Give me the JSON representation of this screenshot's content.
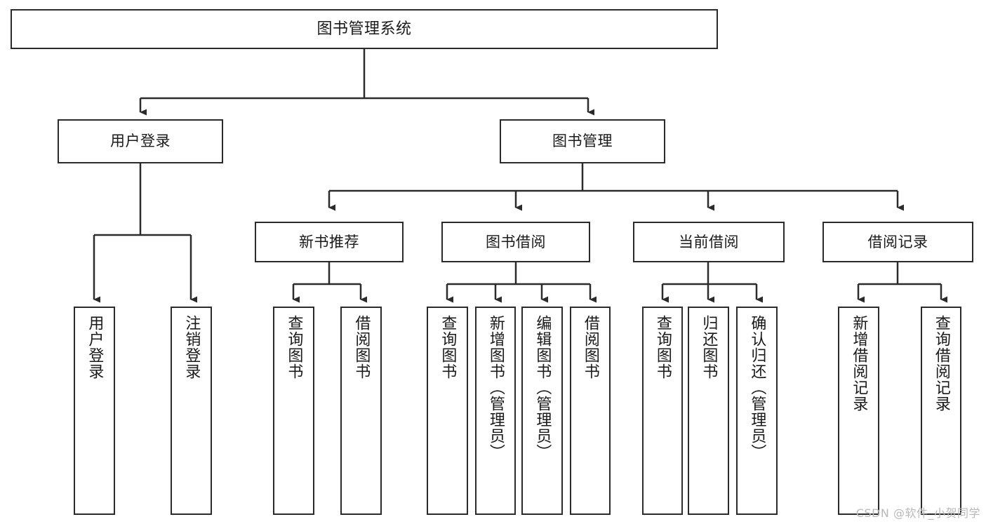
{
  "diagram": {
    "title": "图书管理系统",
    "watermark": "CSDN @软件_小贺同学",
    "style": {
      "border_color": "#2b2b2b",
      "fill_color": "#ffffff",
      "text_color": "#1a1a1a",
      "watermark_color": "#b9b9b9"
    },
    "nodes": {
      "root": {
        "label": "图书管理系统"
      },
      "level2": [
        {
          "label": "用户登录"
        },
        {
          "label": "图书管理"
        }
      ],
      "level3": [
        {
          "label": "新书推荐"
        },
        {
          "label": "图书借阅"
        },
        {
          "label": "当前借阅"
        },
        {
          "label": "借阅记录"
        }
      ],
      "leaves": [
        {
          "label": "用户登录"
        },
        {
          "label": "注销登录"
        },
        {
          "label": "查询图书"
        },
        {
          "label": "借阅图书"
        },
        {
          "label": "查询图书"
        },
        {
          "label": "新增图书（管理员）"
        },
        {
          "label": "编辑图书（管理员）"
        },
        {
          "label": "借阅图书"
        },
        {
          "label": "查询图书"
        },
        {
          "label": "归还图书"
        },
        {
          "label": "确认归还（管理员）"
        },
        {
          "label": "新增借阅记录"
        },
        {
          "label": "查询借阅记录"
        }
      ]
    },
    "hierarchy": {
      "图书管理系统": [
        "用户登录",
        "图书管理"
      ],
      "用户登录": [
        "用户登录",
        "注销登录"
      ],
      "图书管理": [
        "新书推荐",
        "图书借阅",
        "当前借阅",
        "借阅记录"
      ],
      "新书推荐": [
        "查询图书",
        "借阅图书"
      ],
      "图书借阅": [
        "查询图书",
        "新增图书（管理员）",
        "编辑图书（管理员）",
        "借阅图书"
      ],
      "当前借阅": [
        "查询图书",
        "归还图书",
        "确认归还（管理员）"
      ],
      "借阅记录": [
        "新增借阅记录",
        "查询借阅记录"
      ]
    }
  }
}
